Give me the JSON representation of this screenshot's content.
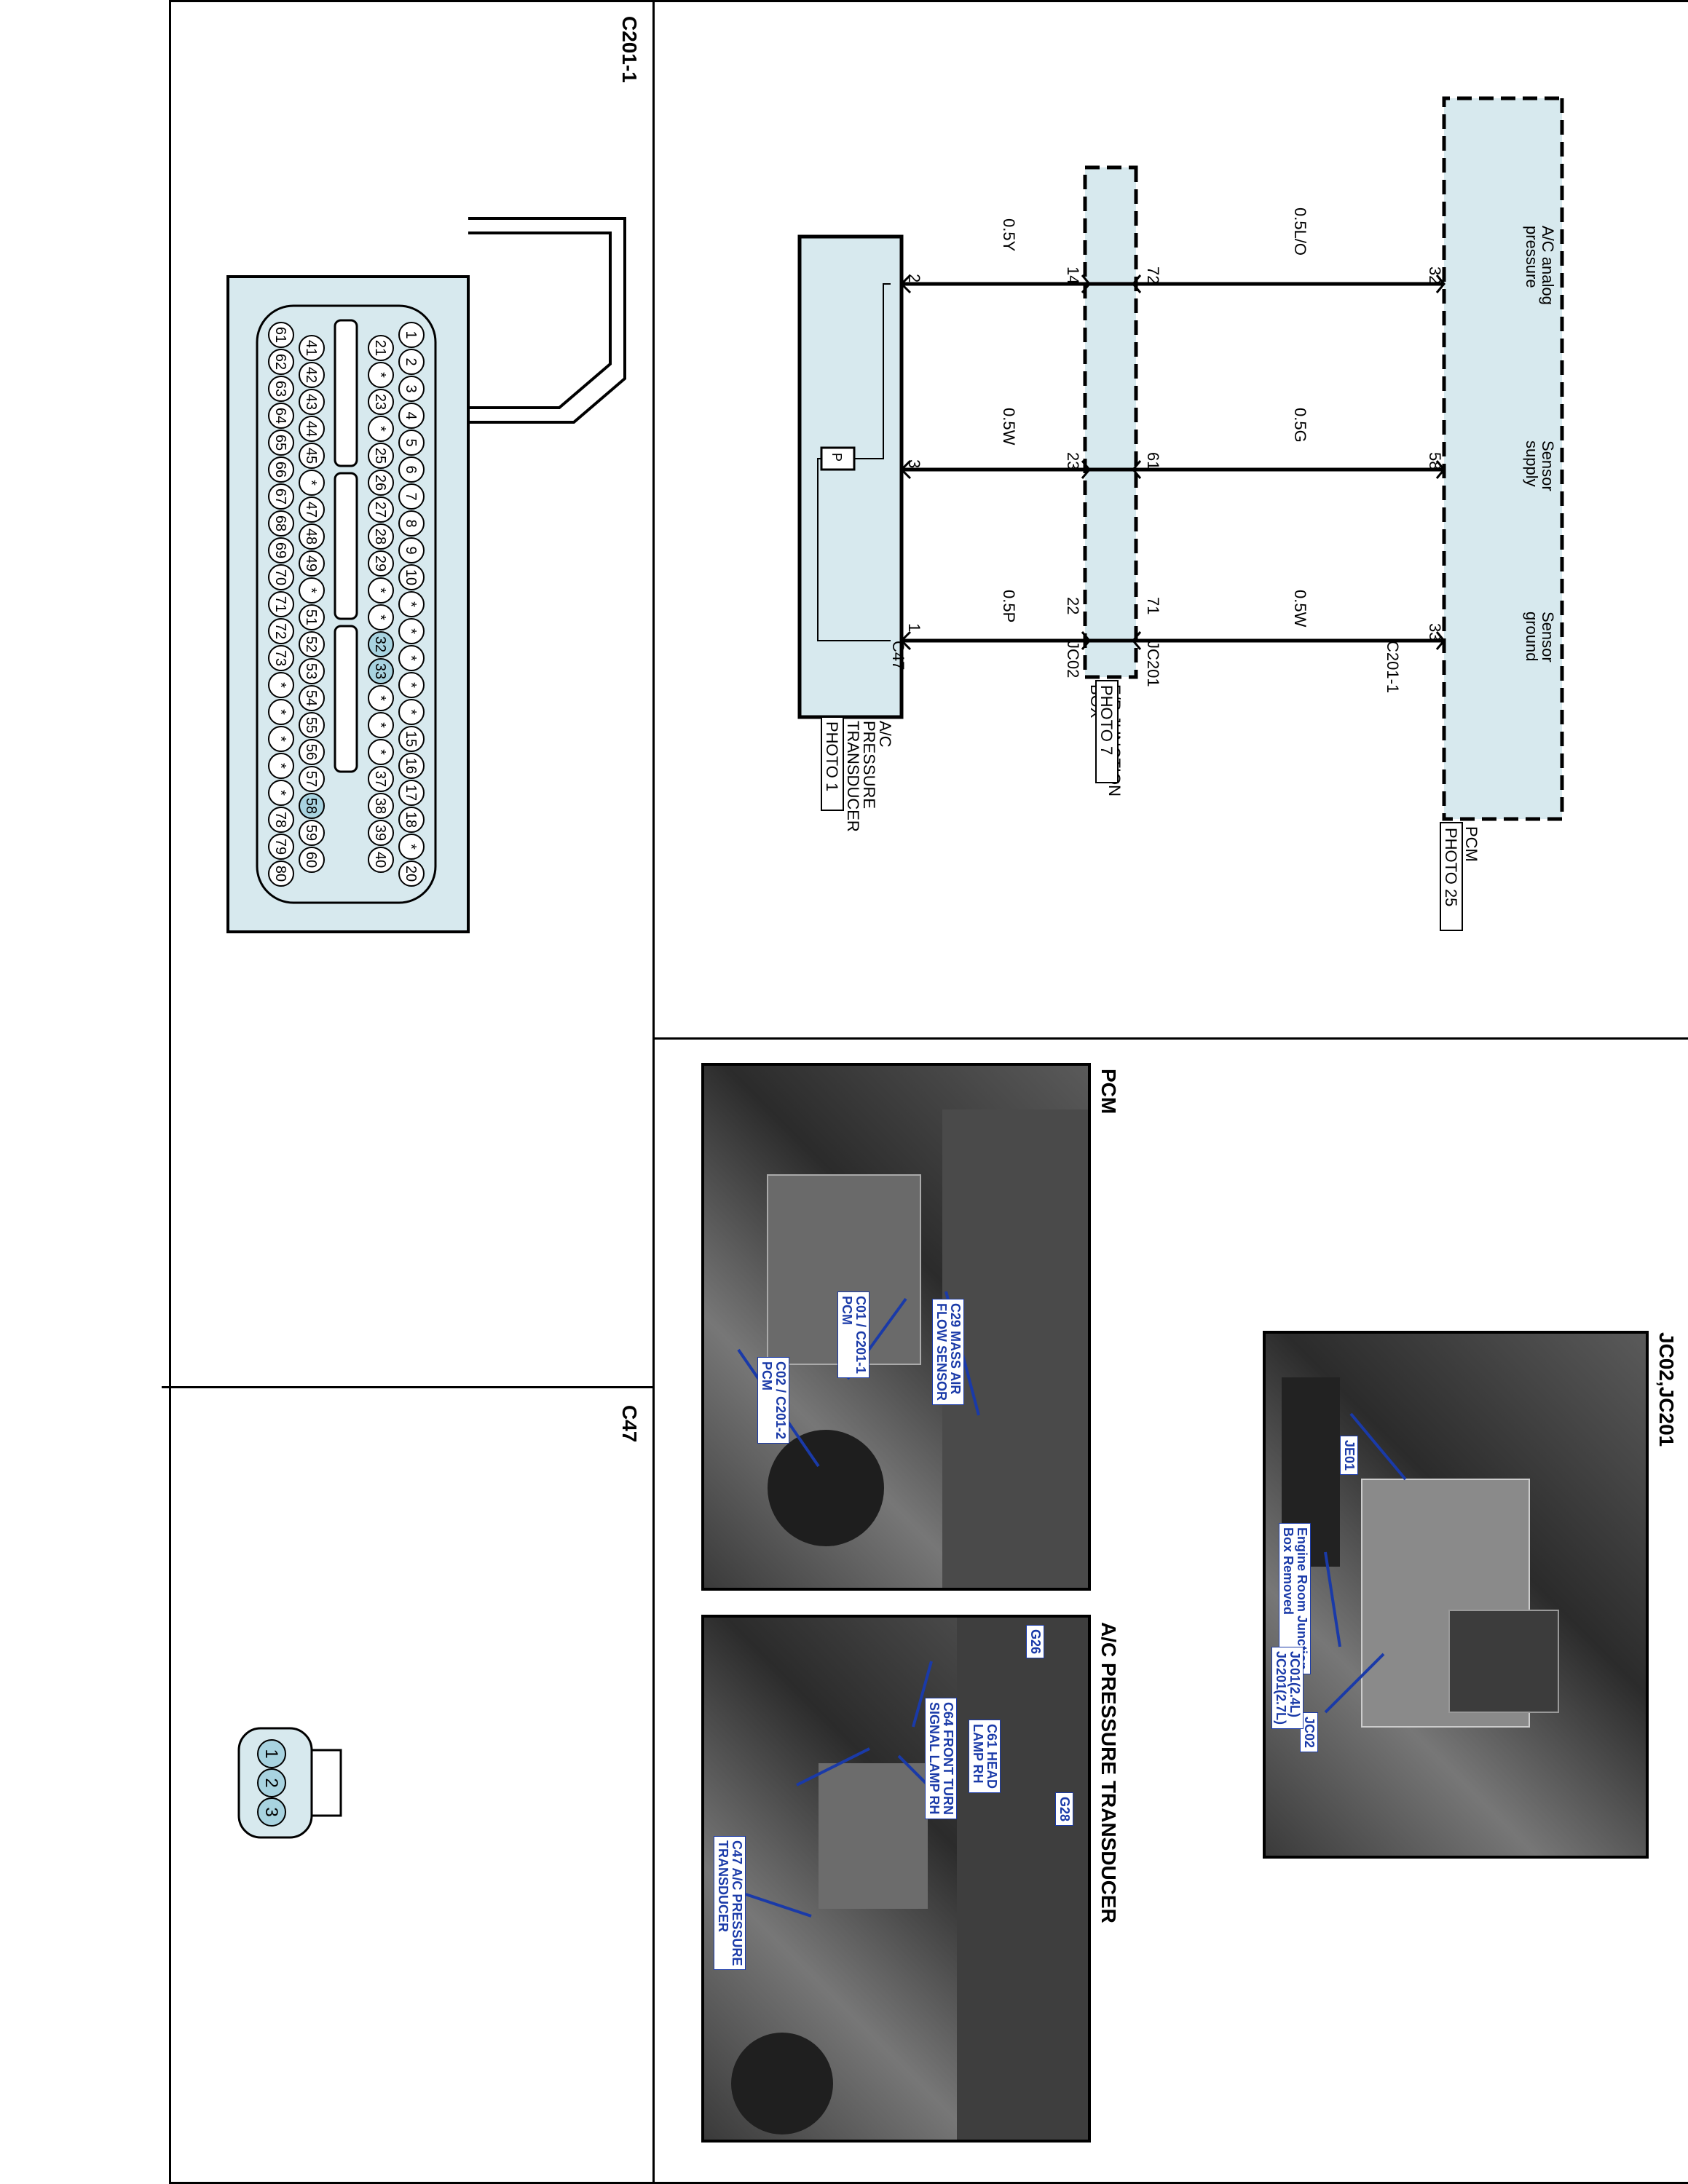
{
  "sections": {
    "connector_c201_title": "C201-1",
    "connector_c47_title": "C47",
    "photo_jc_title": "JC02,JC201",
    "photo_pcm_title": "PCM",
    "photo_transducer_title": "A/C PRESSURE TRANSDUCER"
  },
  "schematic": {
    "pcm": {
      "name": "PCM",
      "photo": "PHOTO 25"
    },
    "junction": {
      "name": "E/R JUNCTION",
      "name2": "BOX",
      "photo": "PHOTO 7"
    },
    "transducer": {
      "name": "A/C",
      "name2": "PRESSURE",
      "name3": "TRANSDUCER",
      "photo": "PHOTO 1"
    },
    "connectors": {
      "pcm": "C201-1",
      "jc_top": "JC201",
      "jc_bottom": "JC02",
      "device": "C47"
    },
    "circuits": [
      {
        "signal1": "A/C analog",
        "signal2": "pressure",
        "pcm_pin": "32",
        "wire_top": "0.5L/O",
        "jc201_pin": "72",
        "jc02_pin": "14",
        "wire_bottom": "0.5Y",
        "c47_pin": "2"
      },
      {
        "signal1": "Sensor",
        "signal2": "supply",
        "pcm_pin": "58",
        "wire_top": "0.5G",
        "jc201_pin": "61",
        "jc02_pin": "23",
        "wire_bottom": "0.5W",
        "c47_pin": "3"
      },
      {
        "signal1": "Sensor",
        "signal2": "ground",
        "pcm_pin": "33",
        "wire_top": "0.5W",
        "jc201_pin": "71",
        "jc02_pin": "22",
        "wire_bottom": "0.5P",
        "c47_pin": "1"
      }
    ]
  },
  "c201_pins": {
    "row1": [
      "20",
      "*",
      "18",
      "17",
      "16",
      "15",
      "*",
      "*",
      "*",
      "*",
      "*",
      "10",
      "9",
      "8",
      "7",
      "6",
      "5",
      "4",
      "3",
      "2",
      "1"
    ],
    "row2": [
      "40",
      "39",
      "38",
      "37",
      "*",
      "*",
      "*",
      "33",
      "32",
      "*",
      "*",
      "29",
      "28",
      "27",
      "26",
      "25",
      "*",
      "23",
      "*",
      "21"
    ],
    "row3": [
      "60",
      "59",
      "58",
      "57",
      "56",
      "55",
      "54",
      "53",
      "52",
      "51",
      "*",
      "49",
      "48",
      "47",
      "*",
      "45",
      "44",
      "43",
      "42",
      "41"
    ],
    "row4": [
      "80",
      "79",
      "78",
      "*",
      "*",
      "*",
      "*",
      "*",
      "73",
      "72",
      "71",
      "70",
      "69",
      "68",
      "67",
      "66",
      "65",
      "64",
      "63",
      "62",
      "61"
    ],
    "highlighted": [
      "33",
      "32",
      "58"
    ]
  },
  "c47_pins": [
    "3",
    "2",
    "1"
  ],
  "photo_labels": {
    "jc": [
      "JE01",
      "Engine Room Junction\nBox Removed",
      "JC02",
      "JC01(2.4L)\nJC201(2.7L)"
    ],
    "pcm": [
      "C29 MASS AIR\nFLOW SENSOR",
      "C01 / C201-1\nPCM",
      "C02 / C201-2\nPCM"
    ],
    "transducer": [
      "C64 FRONT TURN\nSIGNAL LAMP RH",
      "C61 HEAD\nLAMP RH",
      "G26",
      "G28",
      "C47 A/C PRESSURE\nTRANSDUCER"
    ]
  },
  "colors": {
    "panel": "#d7e9ee",
    "pin_highlight": "#a8d3e0",
    "label_text": "#1a3aa8"
  }
}
